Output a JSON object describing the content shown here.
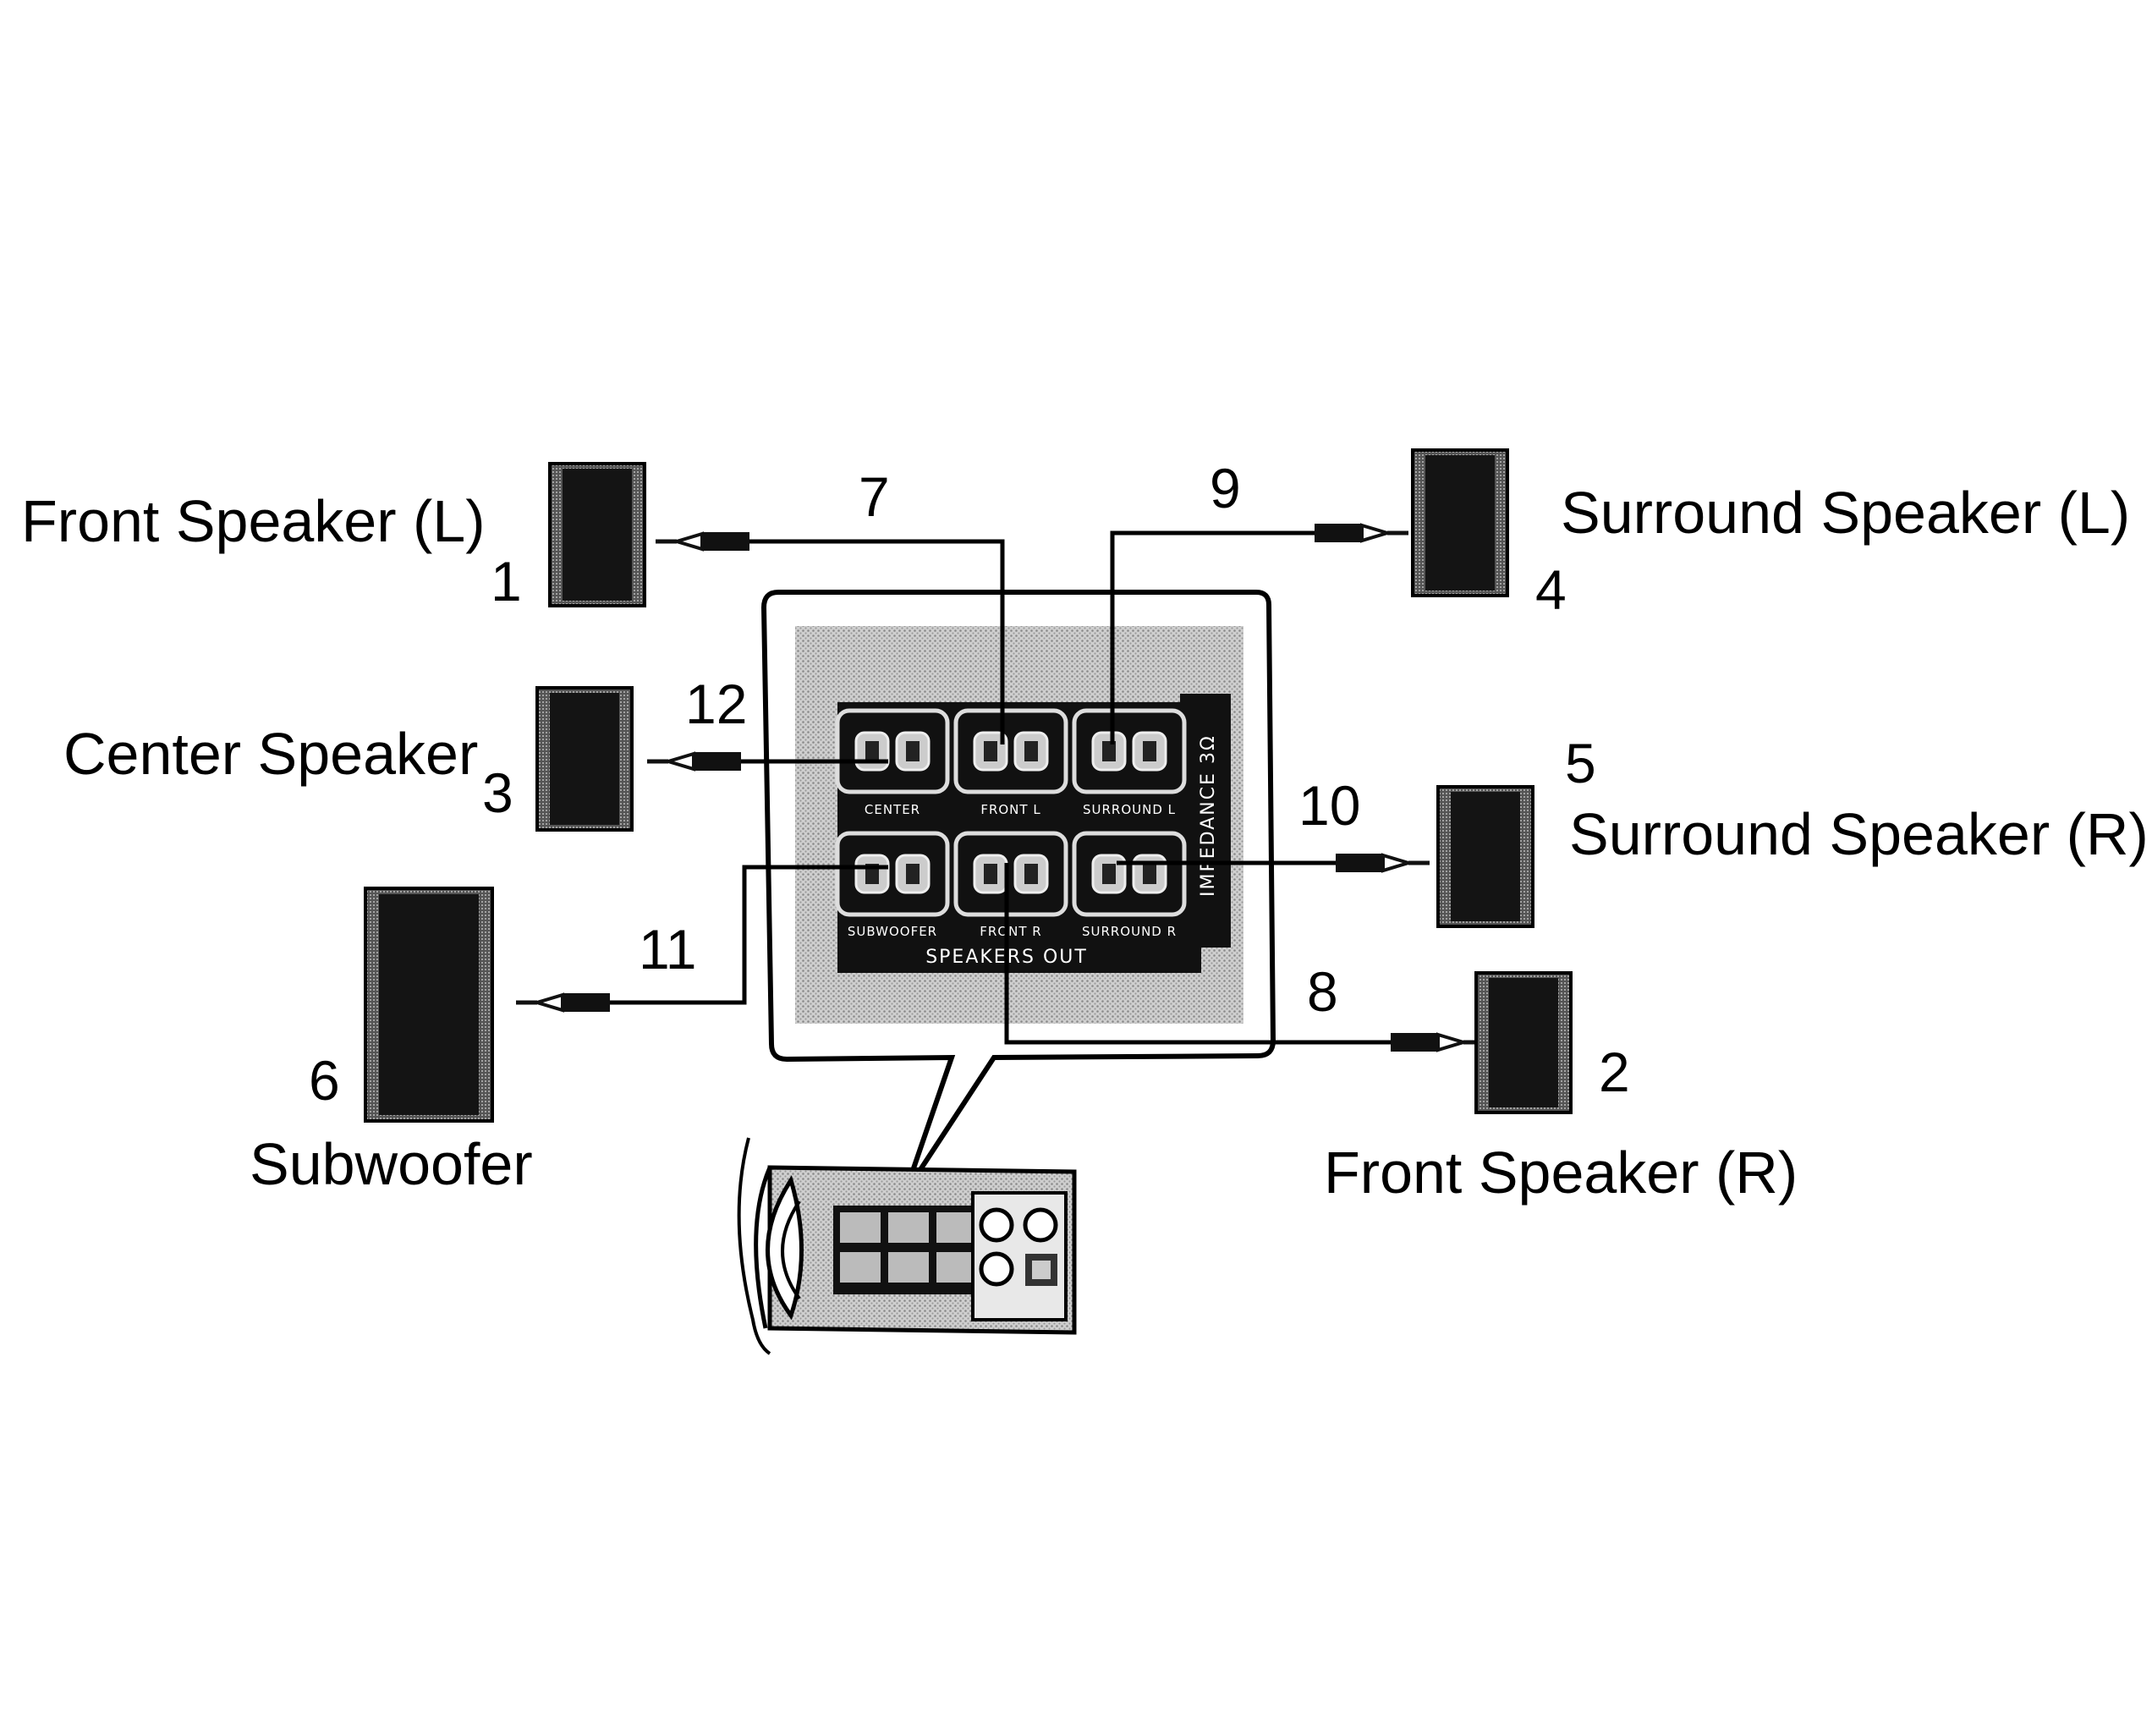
{
  "speakers": {
    "front_left": {
      "label": "Front Speaker (L)",
      "number": "1"
    },
    "front_right": {
      "label": "Front Speaker (R)",
      "number": "2"
    },
    "center": {
      "label": "Center Speaker",
      "number": "3"
    },
    "surround_left": {
      "label": "Surround Speaker (L)",
      "number": "4"
    },
    "surround_right": {
      "label": "Surround Speaker (R)",
      "number": "5"
    },
    "subwoofer": {
      "label": "Subwoofer",
      "number": "6"
    }
  },
  "cables": {
    "front_left": "7",
    "front_right": "8",
    "surround_left": "9",
    "surround_right": "10",
    "subwoofer": "11",
    "center": "12"
  },
  "panel": {
    "title": "SPEAKERS OUT",
    "impedance": "IMPEDANCE 3Ω",
    "terminals": {
      "center": "CENTER",
      "front_l": "FRONT L",
      "surround_l": "SURROUND L",
      "subwoofer": "SUBWOOFER",
      "front_r": "FRONT R",
      "surround_r": "SURROUND R"
    }
  }
}
